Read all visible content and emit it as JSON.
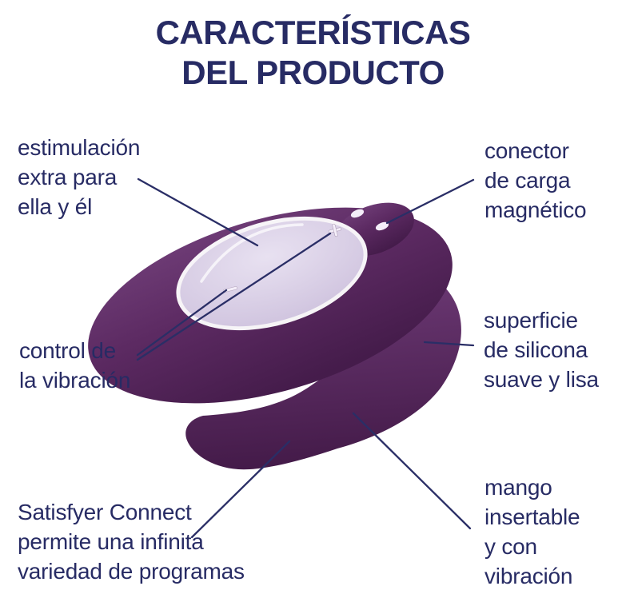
{
  "title": {
    "text": "CARACTERÍSTICAS\nDEL PRODUCTO"
  },
  "labels": {
    "estimulacion": {
      "text": "estimulación\nextra para\nella y él"
    },
    "conector": {
      "text": "conector\nde carga\nmagnético"
    },
    "control": {
      "text": "control de\nla vibración"
    },
    "superficie": {
      "text": "superficie\nde silicona\nsuave y lisa"
    },
    "satisfyer": {
      "text": "Satisfyer Connect\npermite una infinita\nvariedad de programas"
    },
    "mango": {
      "text": "mango\ninsertable\ny con\nvibración"
    }
  },
  "device": {
    "icons": {
      "plus_button": "+",
      "minus_button": "−",
      "charging_contacts": "two magnetic charging dots"
    }
  },
  "colors": {
    "text_navy": "#272b64",
    "line_navy": "#2a2e66",
    "body_purple_light": "#6f3d77",
    "body_purple_mid": "#5c2a62",
    "body_purple_dark": "#451c4b",
    "arm_purple_light": "#6b3873",
    "arm_purple_dark": "#431a48",
    "panel_light": "#e8e1f1",
    "panel_edge": "#cbbedb",
    "dot_white": "#f4eef9",
    "bg": "#ffffff"
  }
}
